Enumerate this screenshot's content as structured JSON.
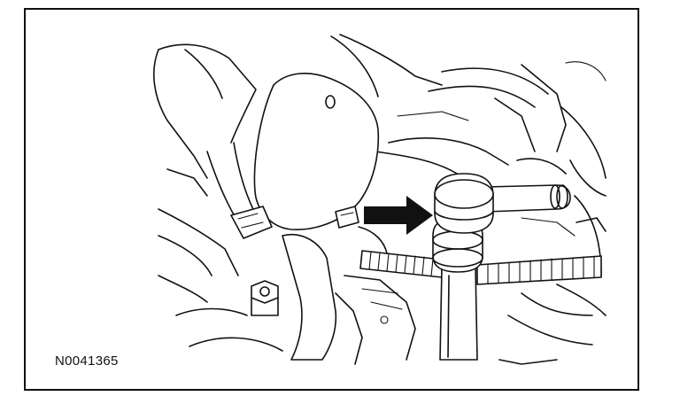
{
  "figure": {
    "id_label": "N0041365",
    "colors": {
      "line": "#111111",
      "background": "#ffffff"
    },
    "arrow": {
      "direction": "right",
      "points_to": "hose-connector"
    }
  }
}
